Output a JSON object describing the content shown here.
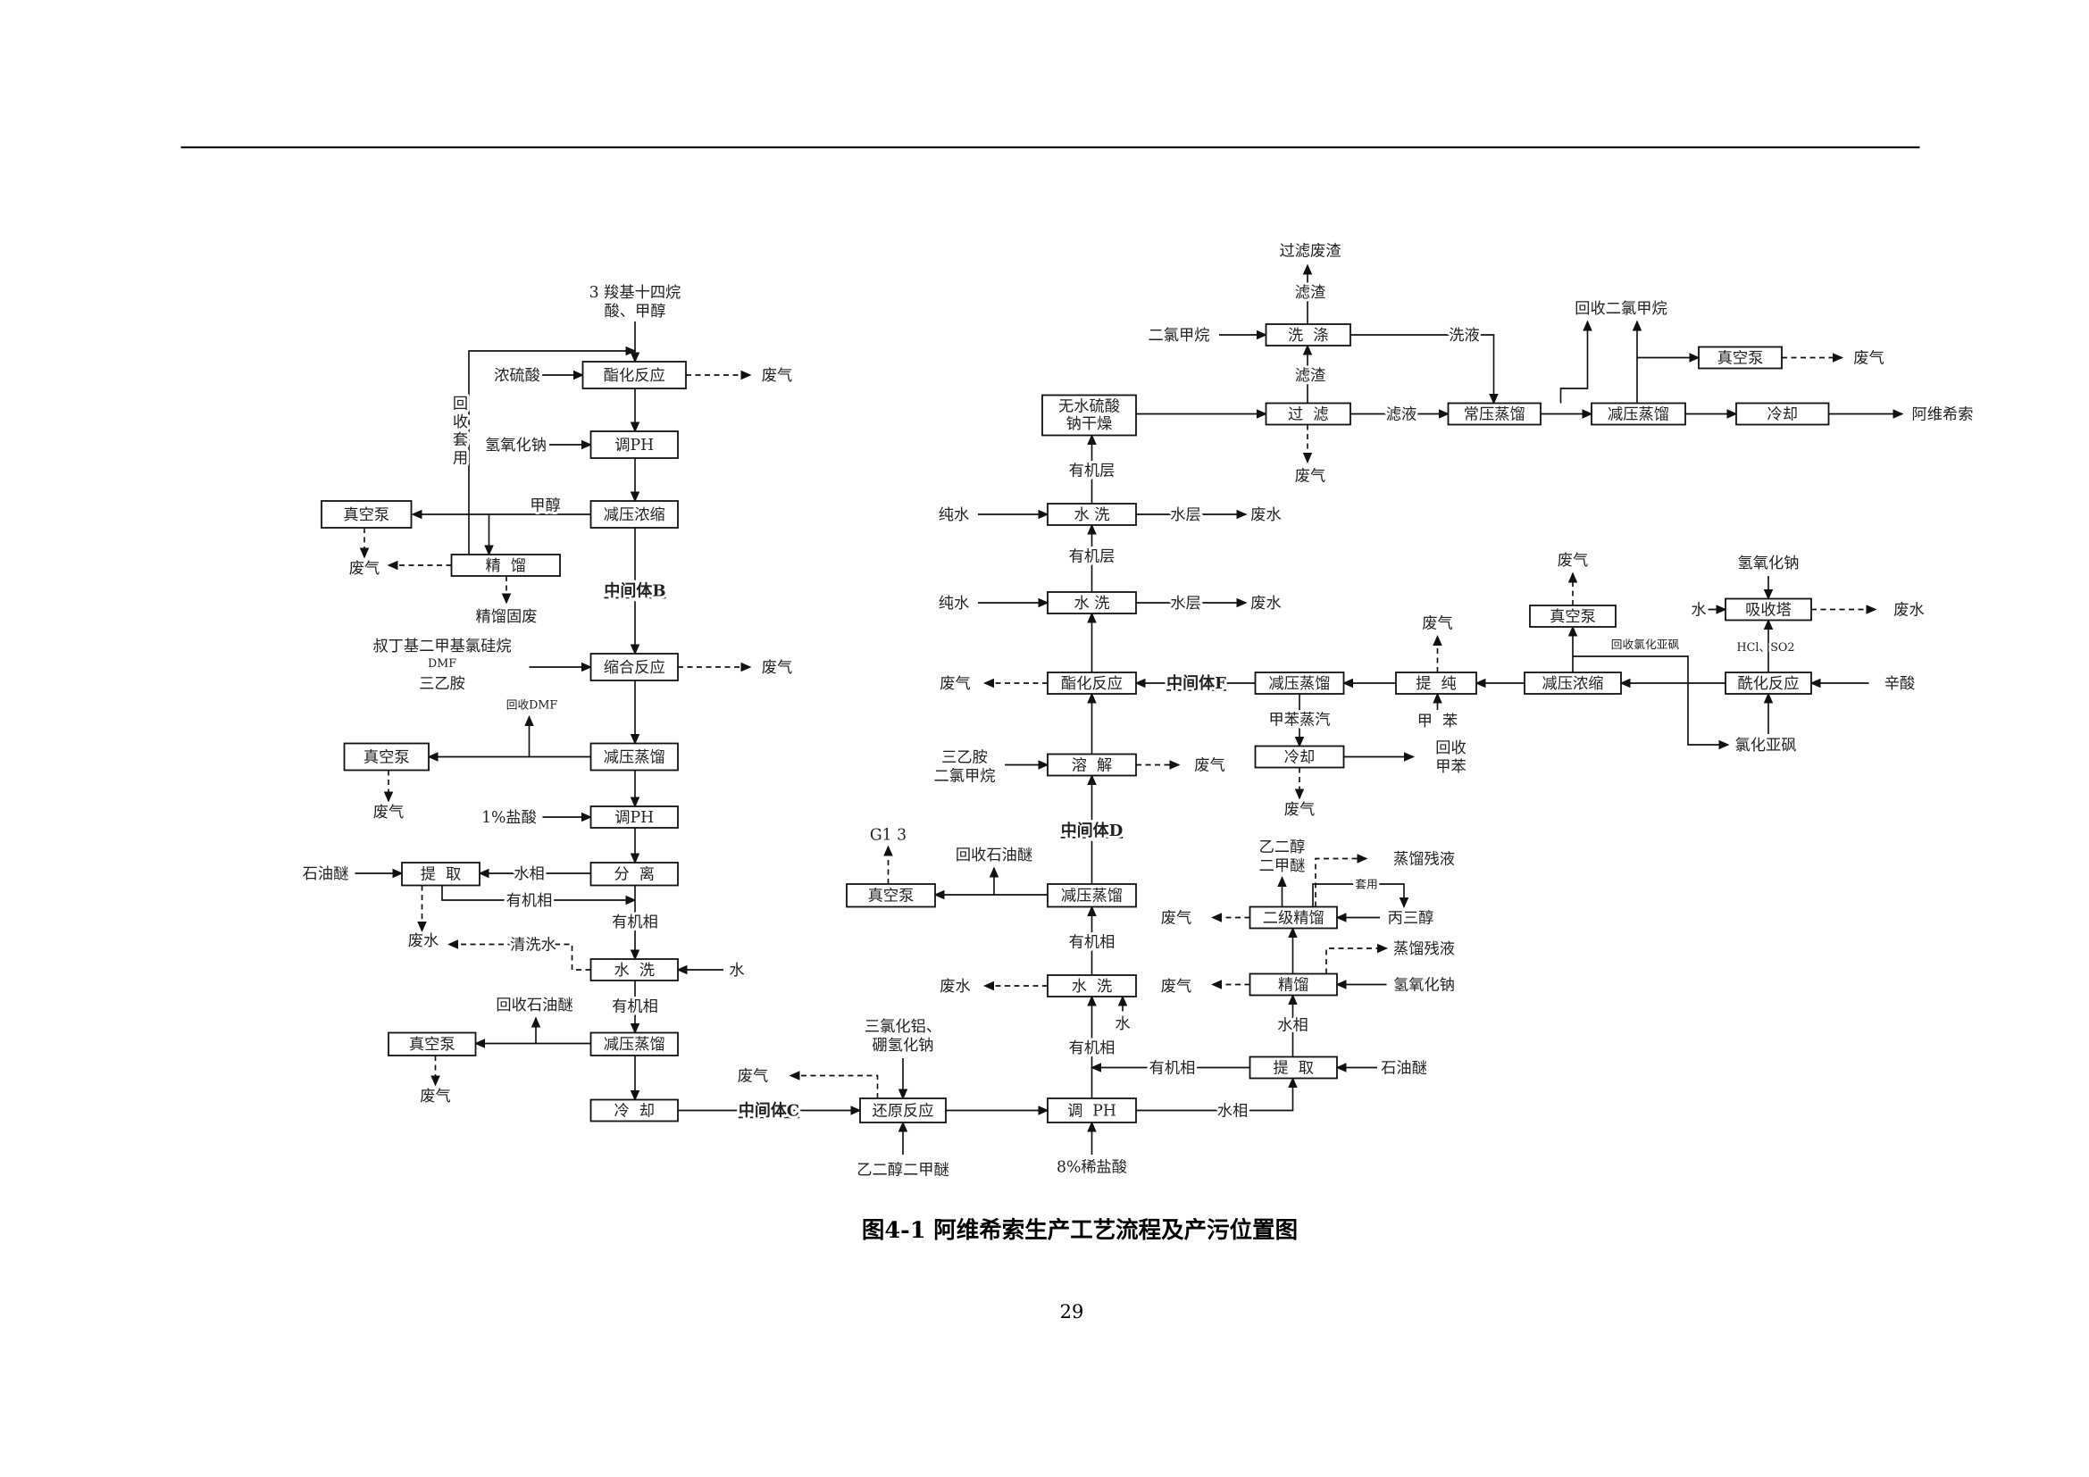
{
  "caption": "图4-1 阿维希索生产工艺流程及产污位置图",
  "page_number": "29",
  "boxes": {
    "L1": "酯化反应",
    "L2": "调PH",
    "L3": "减压浓缩",
    "L4": "真空泵",
    "L5": "精  馏",
    "L6": "缩合反应",
    "L7": "减压蒸馏",
    "L8": "真空泵",
    "L9": "调PH",
    "L10": "分  离",
    "L11": "提  取",
    "L12": "水  洗",
    "L13": "减压蒸馏",
    "L14": "真空泵",
    "L15": "冷  却",
    "M1": "还原反应",
    "M2": "调  PH",
    "M3": "提  取",
    "M4": "水  洗",
    "M5": "减压蒸馏",
    "M6": "真空泵",
    "M7": "精馏",
    "M8": "二级精馏",
    "M9": "溶  解",
    "M10": "酯化反应",
    "M11": "减压蒸馏",
    "M12": "冷却",
    "M13": "提  纯",
    "M14": "减压浓缩",
    "M15": "真空泵",
    "M16": "酰化反应",
    "M17": "吸收塔",
    "M18": "水 洗",
    "M19": "水 洗",
    "M20a": "无水硫酸",
    "M20b": "钠干燥",
    "M21": "过  滤",
    "M22": "洗  涤",
    "M23": "常压蒸馏",
    "M24": "减压蒸馏",
    "M25": "冷却",
    "M26": "真空泵"
  },
  "labels": [
    "3 羧基十四烷",
    "酸、甲醇",
    "浓硫酸",
    "废气",
    "回收套用",
    "氢氧化钠",
    "甲醇",
    "废气",
    "精馏固废",
    "中间体B",
    "叔丁基二甲基氯硅烷",
    "DMF",
    "三乙胺",
    "废气",
    "回收DMF",
    "废气",
    "1%盐酸",
    "石油醚",
    "水相",
    "有机相",
    "有机相",
    "废水",
    "清洗水",
    "水",
    "有机相",
    "回收石油醚",
    "废气",
    "中间体C",
    "废气",
    "三氯化铝、",
    "硼氢化钠",
    "乙二醇二甲醚",
    "8%稀盐酸",
    "水相",
    "石油醚",
    "有机相",
    "有机相",
    "水",
    "废水",
    "有机相",
    "回收石油醚",
    "G1 3",
    "中间体D",
    "水相",
    "废气",
    "氢氧化钠",
    "蒸馏残液",
    "废气",
    "丙三醇",
    "套用",
    "乙二醇",
    "二甲醚",
    "蒸馏残液",
    "三乙胺",
    "二氯甲烷",
    "废气",
    "废气",
    "中间体F",
    "甲苯蒸汽",
    "回收",
    "甲苯",
    "废气",
    "废气",
    "甲  苯",
    "废气",
    "回收氯化亚砜",
    "辛酸",
    "氯化亚砜",
    "HCl、SO2",
    "氢氧化钠",
    "水",
    "废水",
    "纯水",
    "水层",
    "废水",
    "有机层",
    "纯水",
    "水层",
    "废水",
    "有机层",
    "滤渣",
    "二氯甲烷",
    "滤渣",
    "过滤废渣",
    "废气",
    "洗液",
    "滤液",
    "回收二氯甲烷",
    "废气",
    "阿维希索"
  ]
}
